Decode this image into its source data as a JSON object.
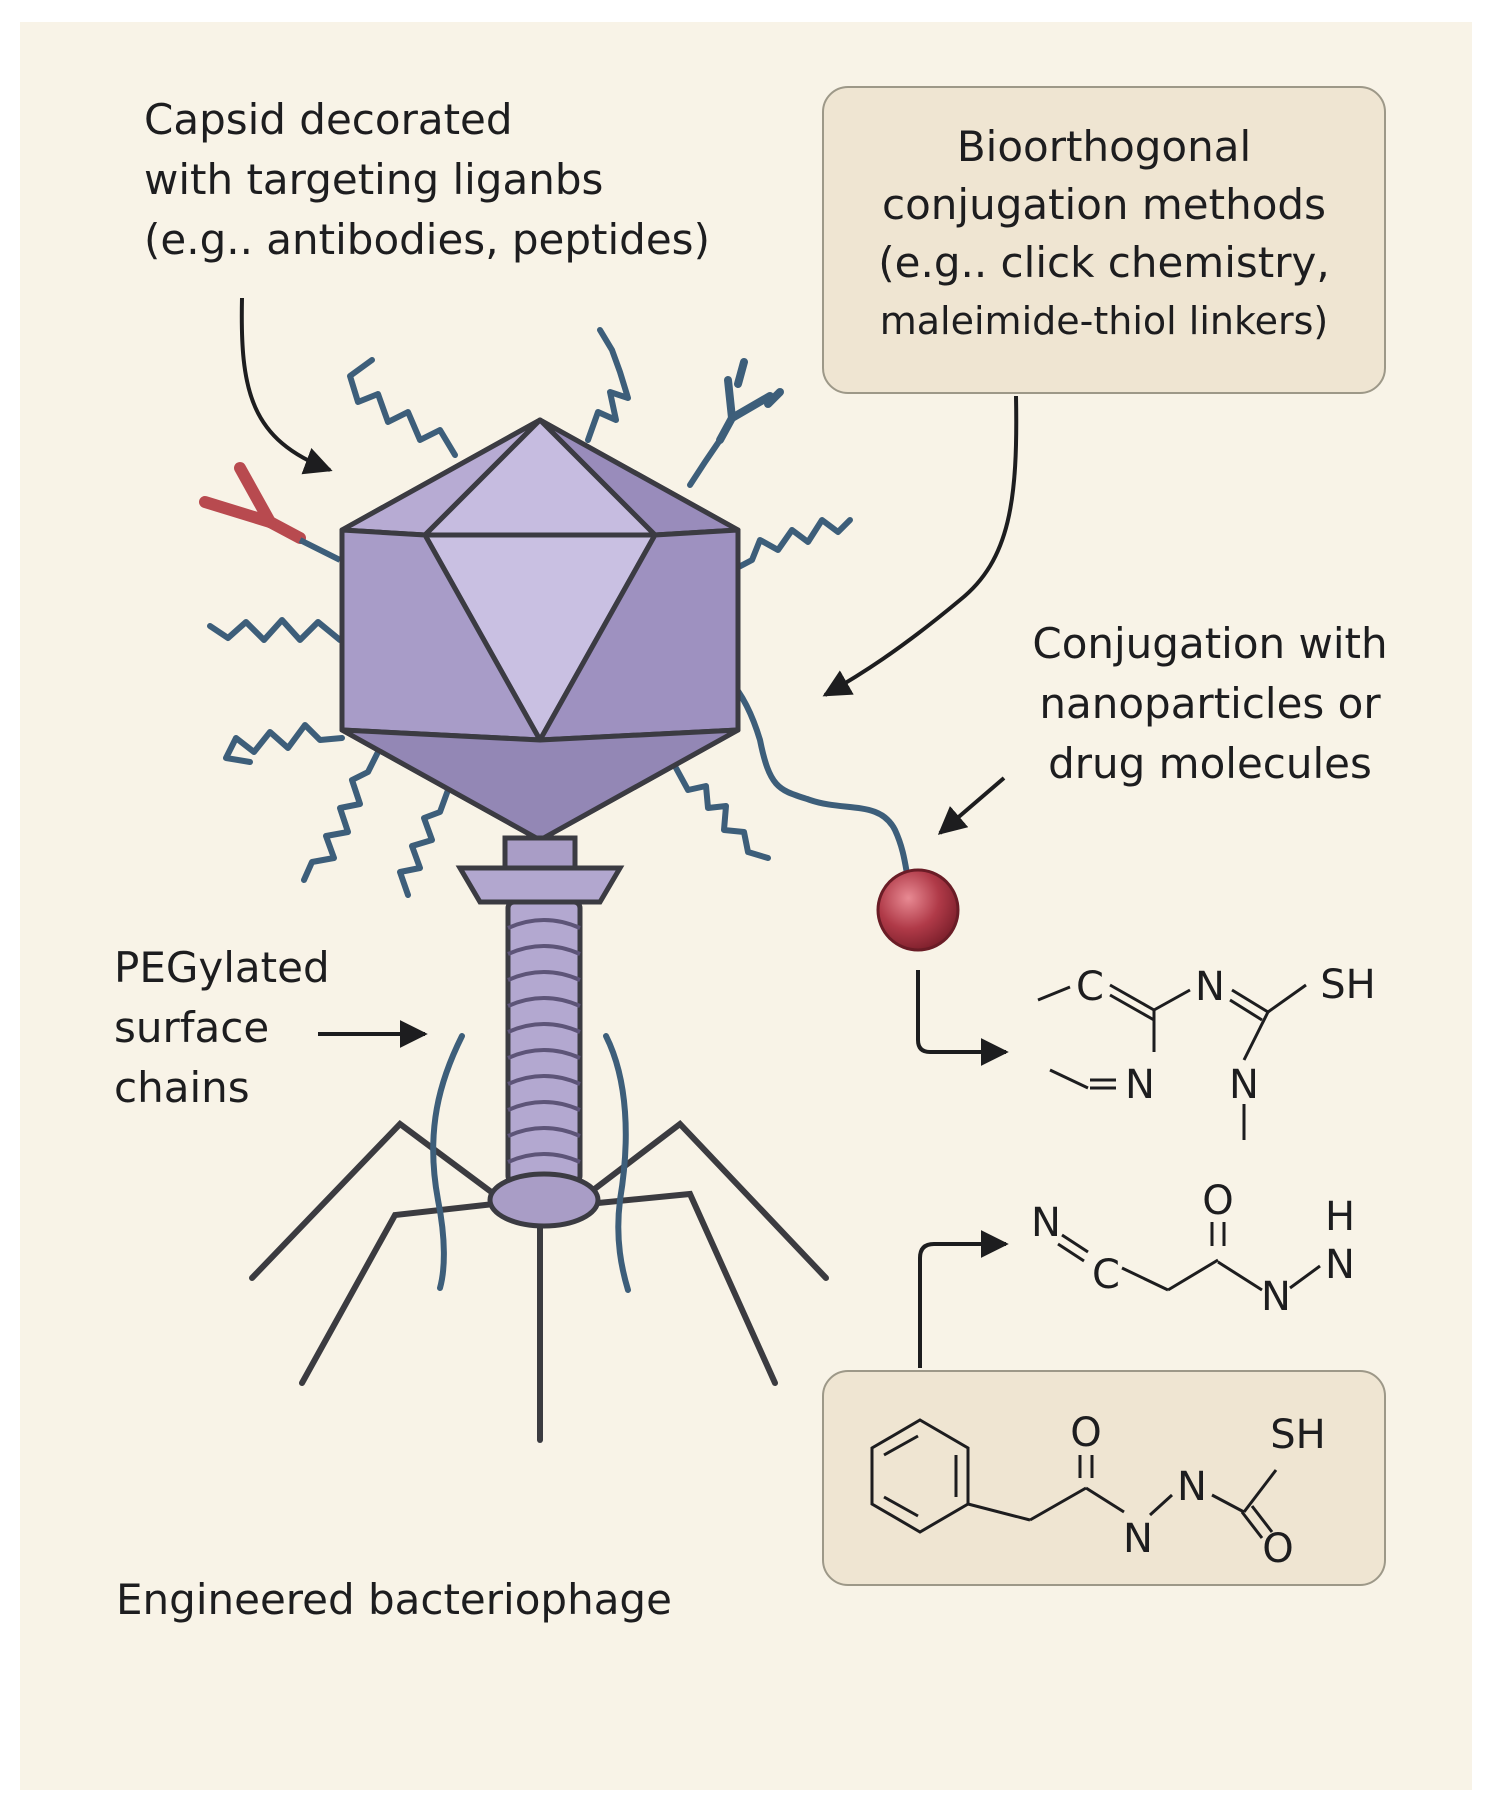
{
  "labels": {
    "capsid": [
      "Capsid decorated",
      "with targeting liganbs",
      "(e.g.. antibodies, peptides)"
    ],
    "bioorthogonal": [
      "Bioorthogonal",
      "conjugation methods",
      "(e.g.. click chemistry,",
      "maleimide-thiol linkers)"
    ],
    "conjugation": [
      "Conjugation with",
      "nanoparticles or",
      "drug molecules"
    ],
    "peg": [
      "PEGylated",
      "surface",
      "chains"
    ],
    "title": "Engineered bacteriophage"
  },
  "chem": {
    "mol1": {
      "C": "C",
      "N_top": "N",
      "SH": "SH",
      "N_left": "N",
      "N_bottom": "N"
    },
    "mol2": {
      "N": "N",
      "C": "C",
      "O": "O",
      "H": "H",
      "N_right": "N",
      "N_bottom": "N"
    },
    "mol3": {
      "O_left": "O",
      "N_bottom": "N",
      "N_mid": "N",
      "SH": "SH",
      "O_right": "O"
    }
  },
  "colors": {
    "background": "#f8f3e7",
    "capsid": "#a99dc6",
    "chains": "#3d5e7a",
    "antibody_highlight": "#b84a4f",
    "nanoparticle": "#b03a48",
    "box_fill": "#efe5d2"
  }
}
